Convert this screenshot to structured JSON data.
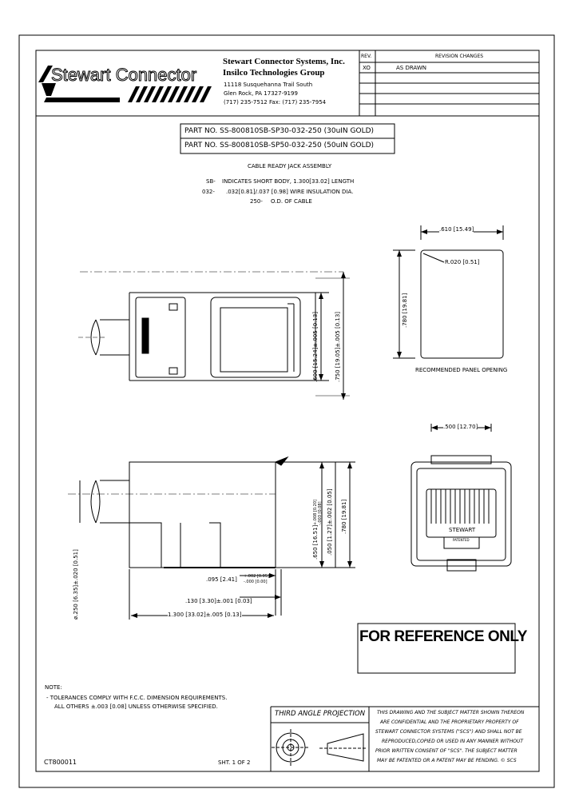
{
  "company": {
    "logo_text": "Stewart Connector",
    "name": "Stewart Connector Systems, Inc.",
    "group": "Insilco Technologies Group",
    "address1": "11118 Susquehanna Trail South",
    "address2": "Glen Rock, PA   17327-9199",
    "phone": "(717)  235-7512    Fax: (717)  235-7954"
  },
  "revision": {
    "header_rev": "REV.",
    "header_changes": "REVISION CHANGES",
    "rows": [
      {
        "rev": "XO",
        "change": "AS DRAWN"
      },
      {
        "rev": "",
        "change": ""
      },
      {
        "rev": "",
        "change": ""
      },
      {
        "rev": "",
        "change": ""
      },
      {
        "rev": "",
        "change": ""
      }
    ]
  },
  "parts": {
    "line1": "PART NO. SS-800810SB-SP30-032-250 (30uIN GOLD)",
    "line2": "PART NO. SS-800810SB-SP50-032-250 (50uIN GOLD)"
  },
  "description": {
    "title": "CABLE READY JACK ASSEMBLY",
    "sb_code": "SB-",
    "sb_text": "INDICATES SHORT BODY, 1.300[33.02] LENGTH",
    "c032_code": "032-",
    "c032_text": ".032[0.81]/.037 [0.98] WIRE INSULATION DIA.",
    "c250_code": "250-",
    "c250_text": "O.D. OF CABLE"
  },
  "panel": {
    "width_dim": ".610 [15.49]",
    "radius_dim": "R.020 [0.51]",
    "height_dim": ".780 [19.81]",
    "caption": "RECOMMENDED PANEL OPENING"
  },
  "top_view": {
    "dim_600": ".600 [15.24]±.005 [0.13]",
    "dim_750": ".750 [19.05]±.005 [0.13]"
  },
  "side_view": {
    "dim_650": ".650 [16.51]",
    "tol_650_plus": "+.008 [0.20]",
    "tol_650_minus": "-.003 [0.08]",
    "dim_050": ".050 [1.27]±.002 [0.05]",
    "dim_780": ".780 [19.81]",
    "dim_095": ".095 [2.41]",
    "tol_095_plus": "+.002 [0.05]",
    "tol_095_minus": "-.000 [0.00]",
    "dim_130": ".130 [3.30]±.001 [0.03]",
    "dim_1300": "1.300 [33.02]±.005 [0.13]",
    "dim_dia": "ø.250 [6.35]±.020 [0.51]"
  },
  "front_view": {
    "dim_500": ".500 [12.70]",
    "brand": "STEWART",
    "patented": "PATENTED"
  },
  "reference": "FOR REFERENCE ONLY",
  "notes": {
    "heading": "NOTE:",
    "line1": "-  TOLERANCES COMPLY WITH F.C.C. DIMENSION REQUIREMENTS.",
    "line2": "ALL OTHERS ±.003 [0.08] UNLESS OTHERWISE SPECIFIED."
  },
  "projection": {
    "title": "THIRD ANGLE PROJECTION"
  },
  "legal": {
    "l1": "THIS DRAWING AND THE SUBJECT MATTER SHOWN THEREON",
    "l2": "ARE CONFIDENTIAL AND THE PROPRIETARY PROPERTY OF",
    "l3": "STEWART CONNECTOR SYSTEMS (\"SCS\") AND SHALL NOT BE",
    "l4": "REPRODUCED,COPIED OR USED IN ANY MANNER WITHOUT",
    "l5": "PRIOR WRITTEN CONSENT OF \"SCS\".  THE SUBJECT MATTER",
    "l6": "MAY BE PATENTED OR A PATENT MAY BE PENDING.  © SCS"
  },
  "footer": {
    "drawing_no": "CT800011",
    "sheet": "SHT. 1 OF 2"
  }
}
